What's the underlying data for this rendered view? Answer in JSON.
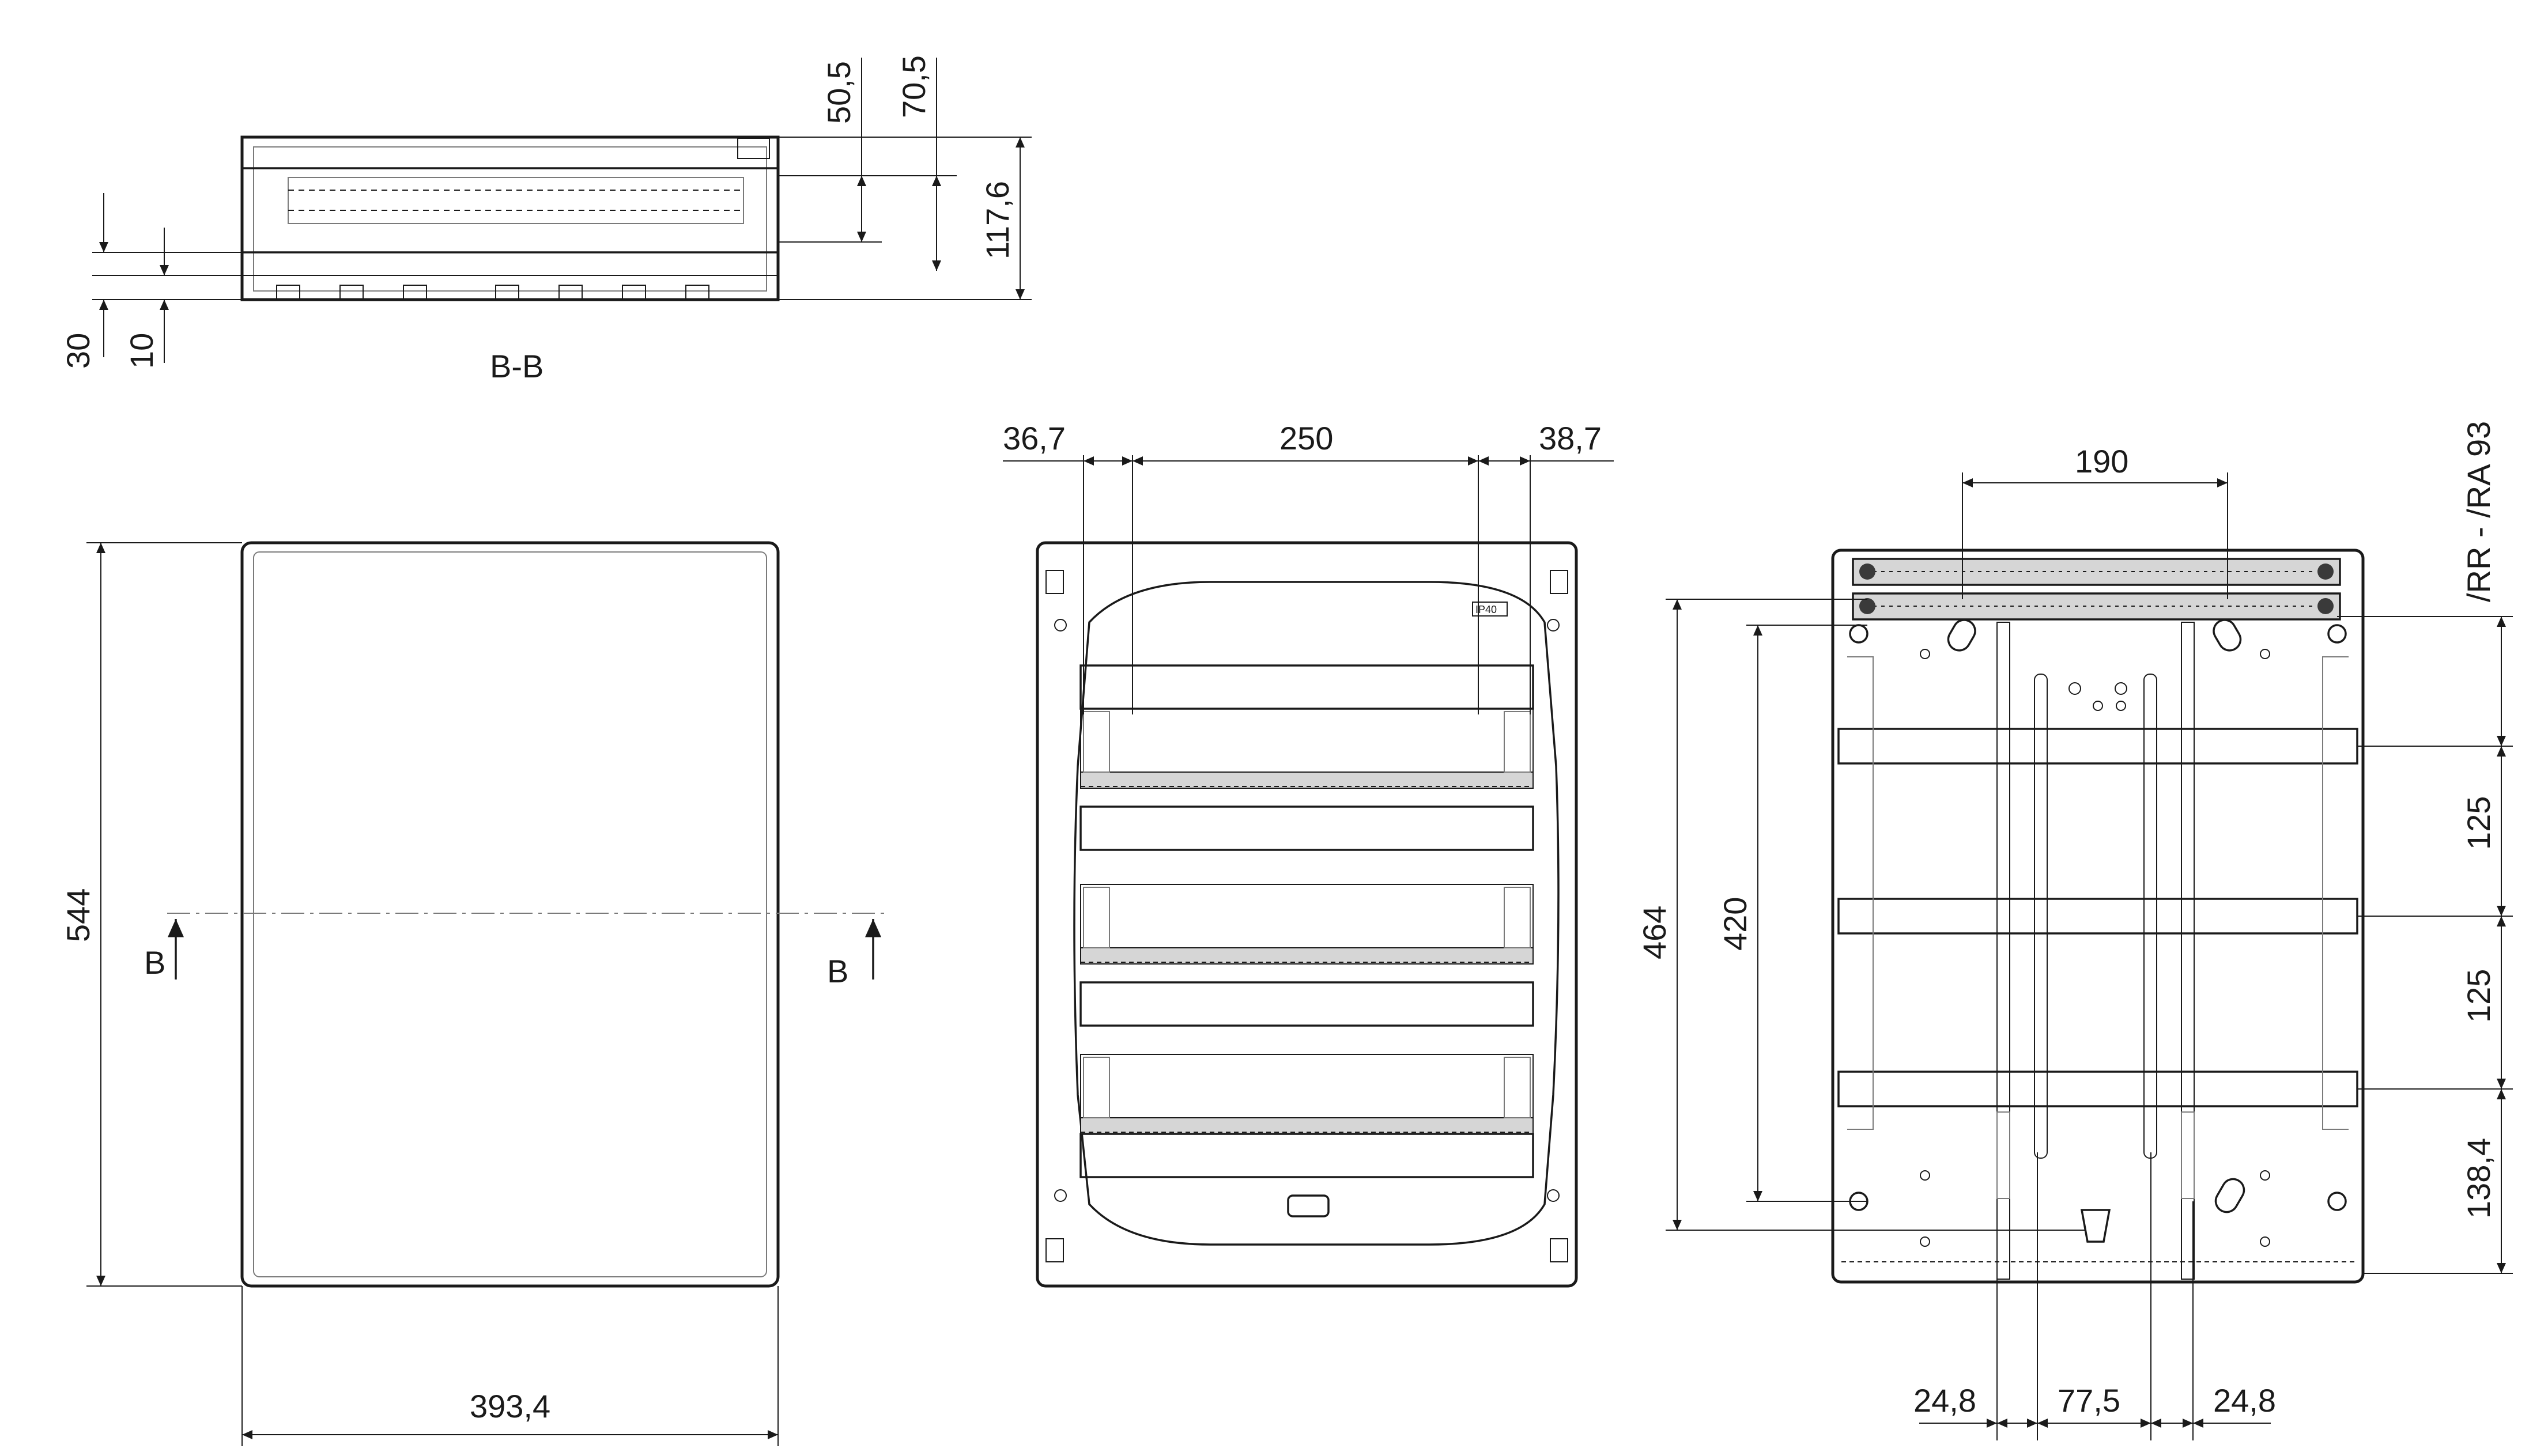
{
  "section_label": "B-B",
  "section_marks": [
    "B",
    "B"
  ],
  "section_view": {
    "dims_right": [
      "50,5",
      "70,5",
      "117,6"
    ],
    "dims_left": [
      "30",
      "10"
    ]
  },
  "front_view": {
    "width": "393,4",
    "height": "544"
  },
  "open_view": {
    "dims_top": [
      "36,7",
      "250",
      "38,7"
    ],
    "badge": "IP40"
  },
  "rear_view": {
    "dim_top": "190",
    "dims_left": [
      "464",
      "420"
    ],
    "dims_right": [
      "/RR - /RA  93",
      "125",
      "125",
      "138,4"
    ],
    "dims_bottom": [
      "24,8",
      "77,5",
      "24,8"
    ]
  }
}
